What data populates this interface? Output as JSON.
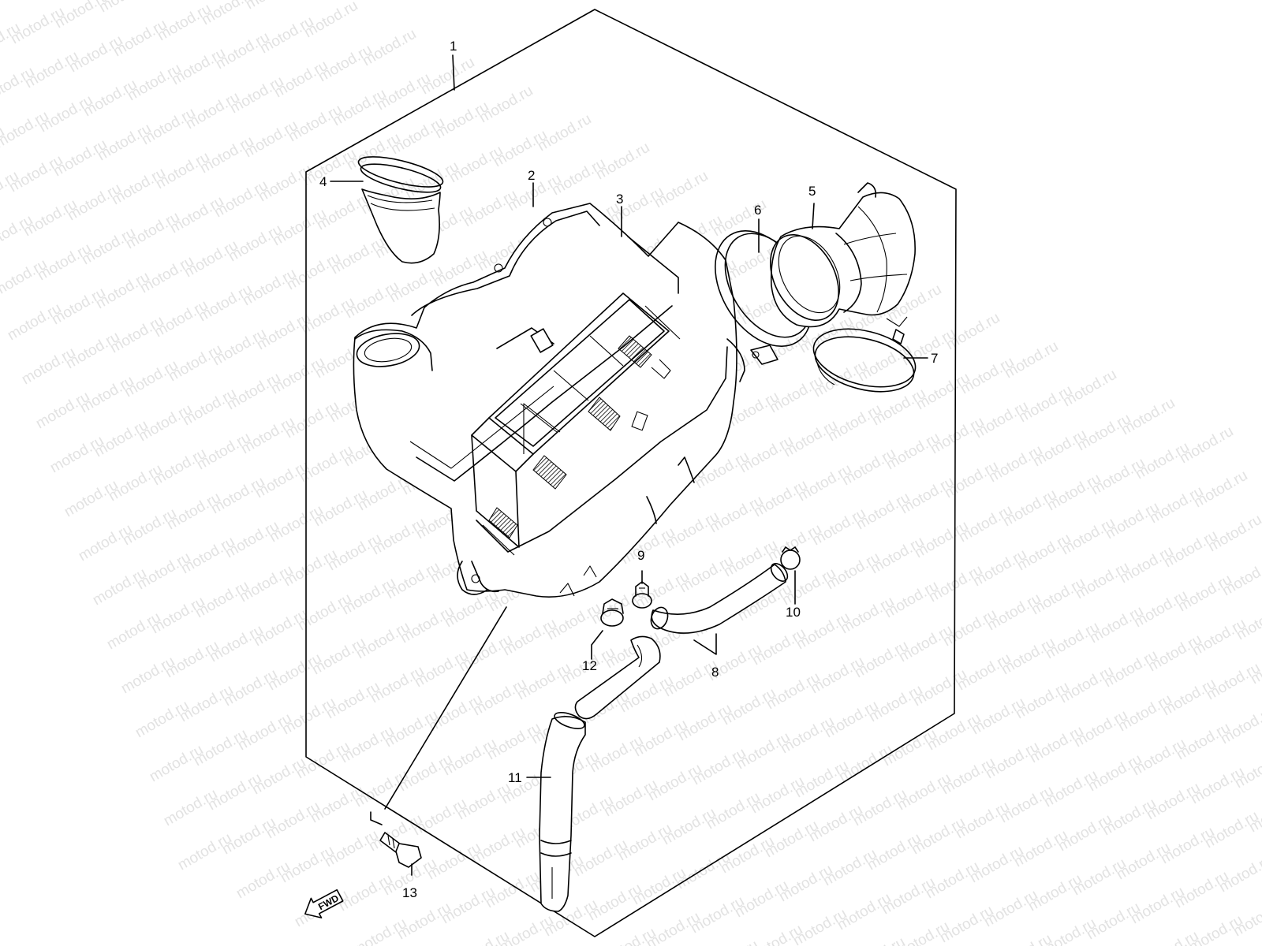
{
  "watermark": {
    "text": "motod.ru",
    "color": "#e2e2e2"
  },
  "colors": {
    "line": "#000000",
    "background": "#ffffff"
  },
  "fwd_label": "FWD",
  "parts": [
    {
      "no": "1",
      "name": "air-cleaner-assembly"
    },
    {
      "no": "2",
      "name": "air-cleaner-cover"
    },
    {
      "no": "3",
      "name": "air-cleaner-case"
    },
    {
      "no": "4",
      "name": "intake-funnel"
    },
    {
      "no": "5",
      "name": "outlet-tube"
    },
    {
      "no": "6",
      "name": "clamp-ring"
    },
    {
      "no": "7",
      "name": "clamp-ring"
    },
    {
      "no": "8",
      "name": "hose"
    },
    {
      "no": "9",
      "name": "hose-clamp"
    },
    {
      "no": "10",
      "name": "clip"
    },
    {
      "no": "11",
      "name": "drain-hose"
    },
    {
      "no": "12",
      "name": "hose-clamp"
    },
    {
      "no": "13",
      "name": "bolt"
    }
  ]
}
